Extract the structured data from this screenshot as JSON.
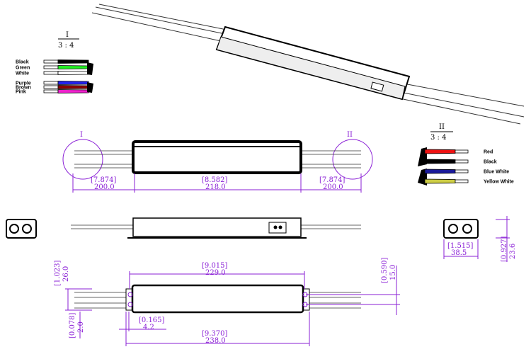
{
  "detail_I": {
    "title": "I",
    "scale": "3 : 4",
    "wires": [
      {
        "label": "Black",
        "color": "#000000"
      },
      {
        "label": "Green",
        "color": "#22ee22"
      },
      {
        "label": "White",
        "color": "#ffffff"
      },
      {
        "label": "Purple",
        "color": "#2222ee"
      },
      {
        "label": "Brown",
        "color": "#8b0000"
      },
      {
        "label": "Pink",
        "color": "#ee22cc"
      }
    ]
  },
  "detail_II": {
    "title": "II",
    "scale": "3 : 4",
    "wires": [
      {
        "label": "Red",
        "color": "#ee1111"
      },
      {
        "label": "Black",
        "color": "#000000"
      },
      {
        "label": "Blue White",
        "color": "#1a1a99"
      },
      {
        "label": "Yellow White",
        "color": "#cccc44"
      }
    ]
  },
  "front_view": {
    "circle_left": "I",
    "circle_right": "II",
    "dims": [
      {
        "in": "[7.874]",
        "mm": "200.0"
      },
      {
        "in": "[8.582]",
        "mm": "218.0"
      },
      {
        "in": "[7.874]",
        "mm": "200.0"
      }
    ]
  },
  "end_view": {
    "width": {
      "in": "[1.515]",
      "mm": "38.5"
    },
    "height": {
      "in": "[0.927]",
      "mm": "23.6"
    }
  },
  "bottom_view": {
    "length_inner": {
      "in": "[9.015]",
      "mm": "229.0"
    },
    "length_total": {
      "in": "[9.370]",
      "mm": "238.0"
    },
    "wire_span": {
      "in": "[1.023]",
      "mm": "26.0"
    },
    "hole_spacing": {
      "in": "[0.590]",
      "mm": "15.0"
    },
    "ear": {
      "in": "[0.165]",
      "mm": "4.2"
    },
    "wire_dia": {
      "in": "[0.078]",
      "mm": "2.0"
    }
  },
  "colors": {
    "dimension": "#8a1fd6"
  }
}
